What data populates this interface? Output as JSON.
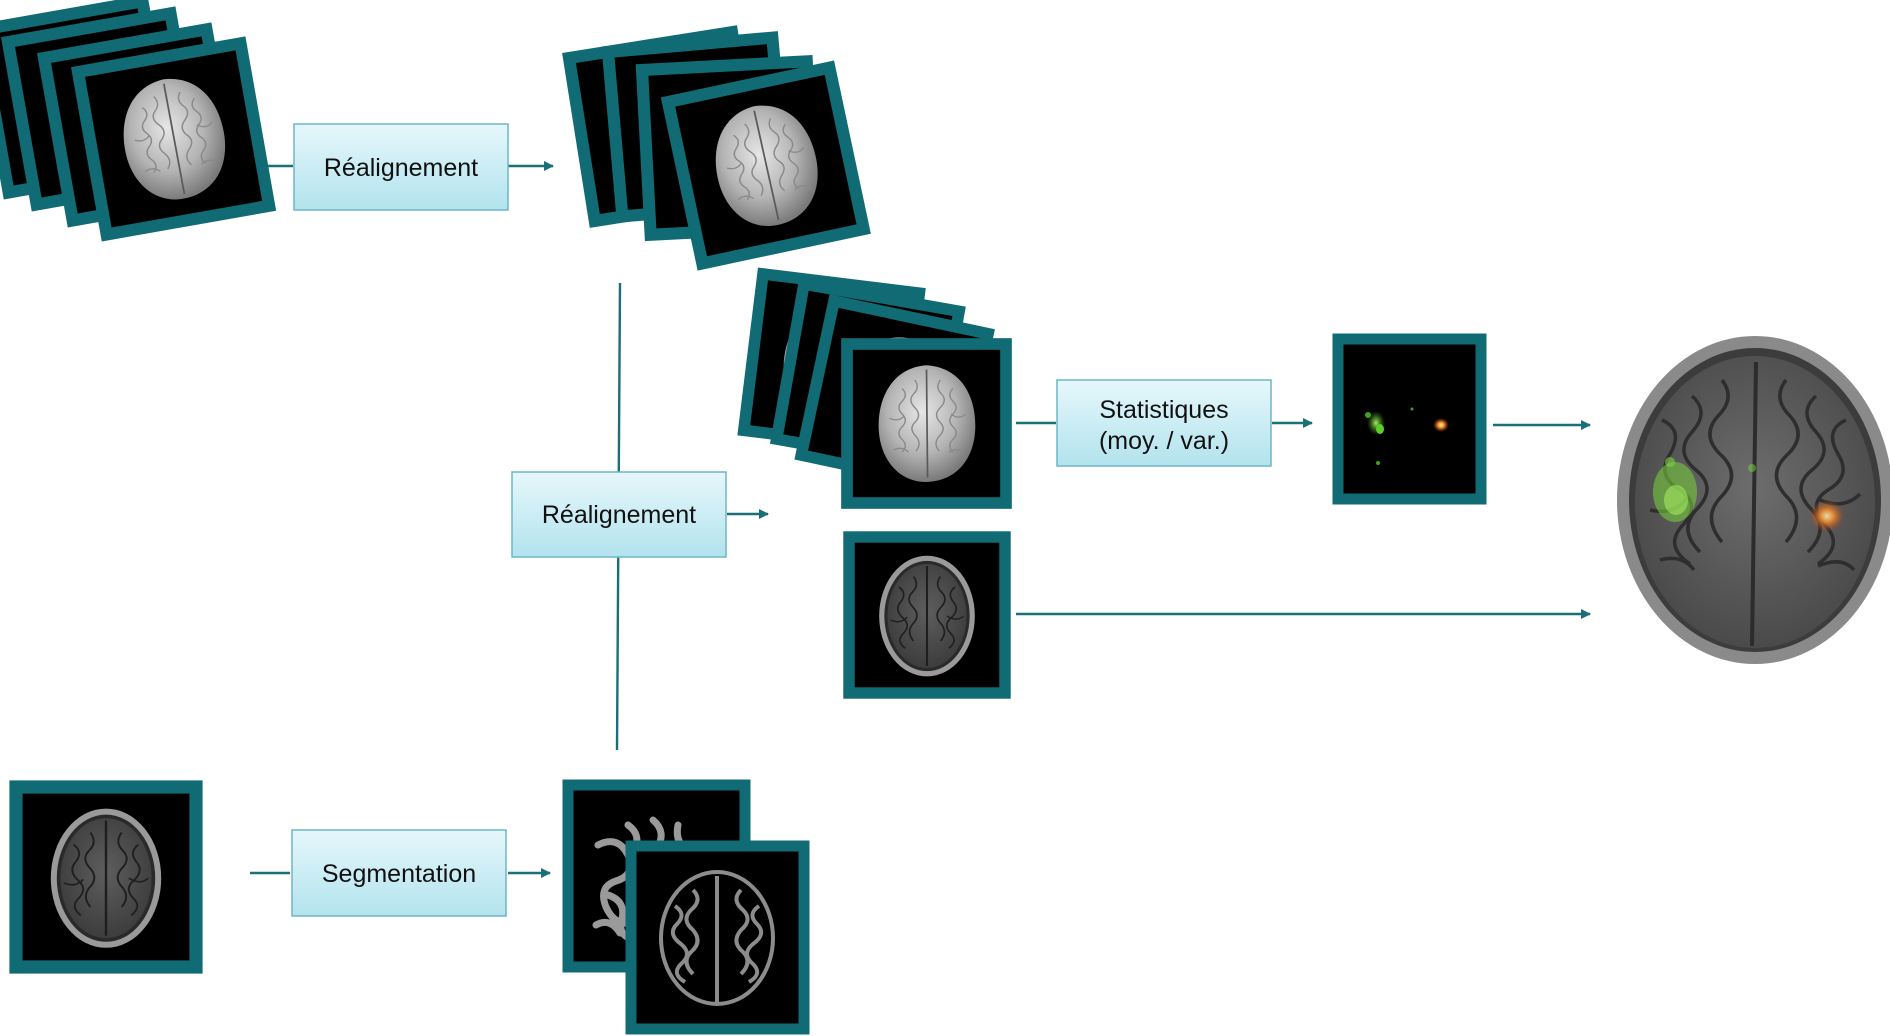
{
  "steps": {
    "realign_top": "Réalignement",
    "realign_mid": "Réalignement",
    "segmentation": "Segmentation",
    "stats_line1": "Statistiques",
    "stats_line2": "(moy. / var.)"
  },
  "colors": {
    "frame": "#116b74",
    "arrow": "#1b6f78",
    "box_top": "#e6f7fb",
    "box_bottom": "#b2e3ee",
    "box_border": "#6cb7c6",
    "activation_green": "#7ad63a",
    "activation_orange": "#f08a2c"
  },
  "icons": {
    "fmri_slice": "epi-brain-slice-icon",
    "anatomical_slice": "t1-brain-slice-icon",
    "segmented_slice": "segmented-brain-icon",
    "stat_map": "activation-map-icon",
    "overlay": "overlay-brain-icon"
  }
}
